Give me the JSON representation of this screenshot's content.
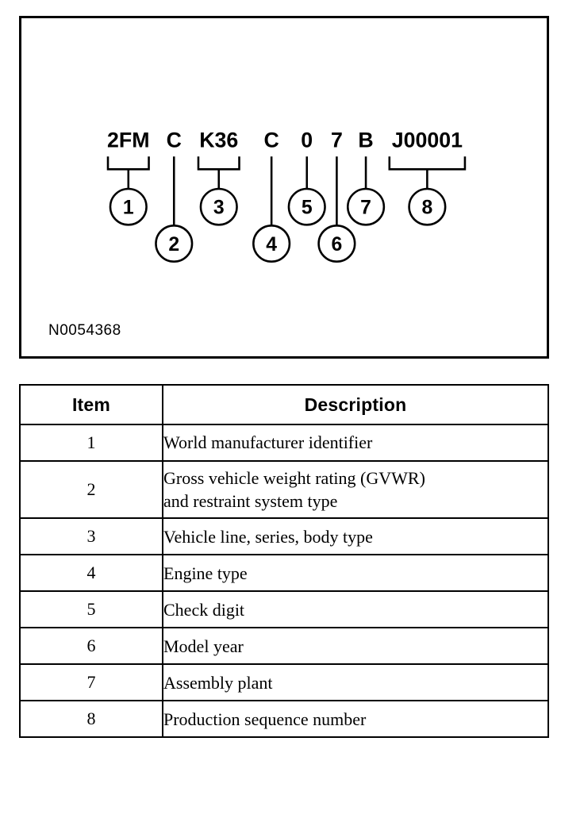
{
  "figure": {
    "id_label": "N0054368",
    "vin_segments": [
      {
        "text": "2FM",
        "callout": "1",
        "bracket": true,
        "row": "upper"
      },
      {
        "text": "C",
        "callout": "2",
        "bracket": false,
        "row": "lower"
      },
      {
        "text": "K36",
        "callout": "3",
        "bracket": true,
        "row": "upper"
      },
      {
        "text": "C",
        "callout": "4",
        "bracket": false,
        "row": "lower"
      },
      {
        "text": "0",
        "callout": "5",
        "bracket": false,
        "row": "upper"
      },
      {
        "text": "7",
        "callout": "6",
        "bracket": false,
        "row": "lower"
      },
      {
        "text": "B",
        "callout": "7",
        "bracket": false,
        "row": "upper"
      },
      {
        "text": "J00001",
        "callout": "8",
        "bracket": true,
        "row": "upper"
      }
    ]
  },
  "table": {
    "headers": {
      "item": "Item",
      "description": "Description"
    },
    "rows": [
      {
        "item": "1",
        "description": "World manufacturer identifier",
        "lines": [
          "World manufacturer identifier"
        ]
      },
      {
        "item": "2",
        "description": "Gross vehicle weight rating (GVWR) and restraint system type",
        "lines": [
          "Gross vehicle weight rating (GVWR)",
          "and restraint system type"
        ]
      },
      {
        "item": "3",
        "description": "Vehicle line, series, body type",
        "lines": [
          "Vehicle line, series, body type"
        ]
      },
      {
        "item": "4",
        "description": "Engine type",
        "lines": [
          "Engine type"
        ]
      },
      {
        "item": "5",
        "description": "Check digit",
        "lines": [
          "Check digit"
        ]
      },
      {
        "item": "6",
        "description": "Model year",
        "lines": [
          "Model year"
        ]
      },
      {
        "item": "7",
        "description": "Assembly plant",
        "lines": [
          "Assembly plant"
        ]
      },
      {
        "item": "8",
        "description": "Production sequence number",
        "lines": [
          "Production sequence number"
        ]
      }
    ]
  },
  "colors": {
    "ink": "#000000",
    "background": "#ffffff"
  }
}
